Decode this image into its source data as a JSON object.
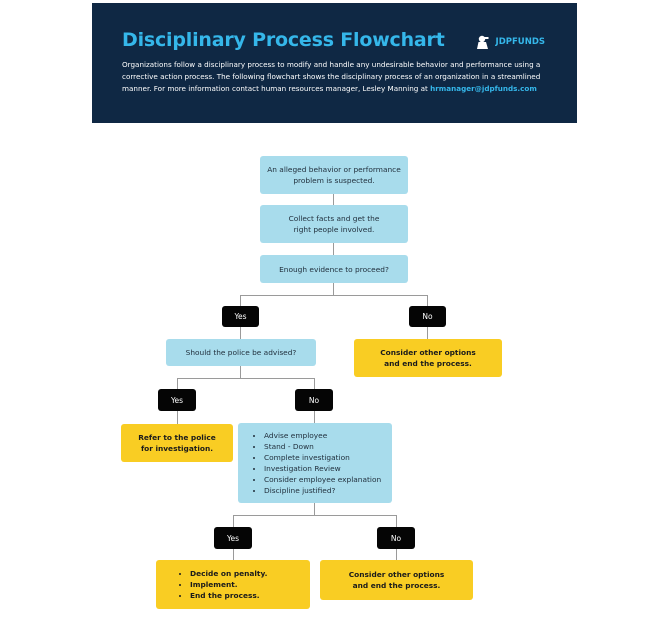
{
  "header": {
    "title": "Disciplinary Process Flowchart",
    "brand": "JDPFUNDS",
    "description_lines": [
      "Organizations follow a disciplinary process to modify and handle any undesirable behavior and performance using a",
      "corrective action process. The following flowchart shows the disciplinary process of an organization in a streamlined",
      "manner. For more information contact human resources manager, Lesley Manning at "
    ],
    "email": "hrmanager@jdpfunds.com"
  },
  "flow": {
    "step1": [
      "An alleged behavior or performance",
      "problem is suspected."
    ],
    "step2": [
      "Collect facts and get the",
      "right people involved."
    ],
    "step3": "Enough evidence to proceed?",
    "yes1": "Yes",
    "no1": "No",
    "no1_result": [
      "Consider other options",
      "and end the process."
    ],
    "step4": "Should the police be advised?",
    "yes2": "Yes",
    "no2": "No",
    "yes2_result": [
      "Refer to the police",
      "for investigation."
    ],
    "no2_actions": [
      "Advise employee",
      "Stand - Down",
      "Complete investigation",
      "Investigation Review",
      "Consider employee explanation",
      "Discipline justified?"
    ],
    "yes3": "Yes",
    "no3": "No",
    "yes3_result": [
      "Decide on penalty.",
      "Implement.",
      "End the process."
    ],
    "no3_result": [
      "Consider other options",
      "and end the process."
    ]
  },
  "colors": {
    "header_bg": "#0f2844",
    "accent": "#35b7ea",
    "process_box": "#a8dcec",
    "terminal_box": "#f9cd23",
    "decision_label": "#050505"
  }
}
